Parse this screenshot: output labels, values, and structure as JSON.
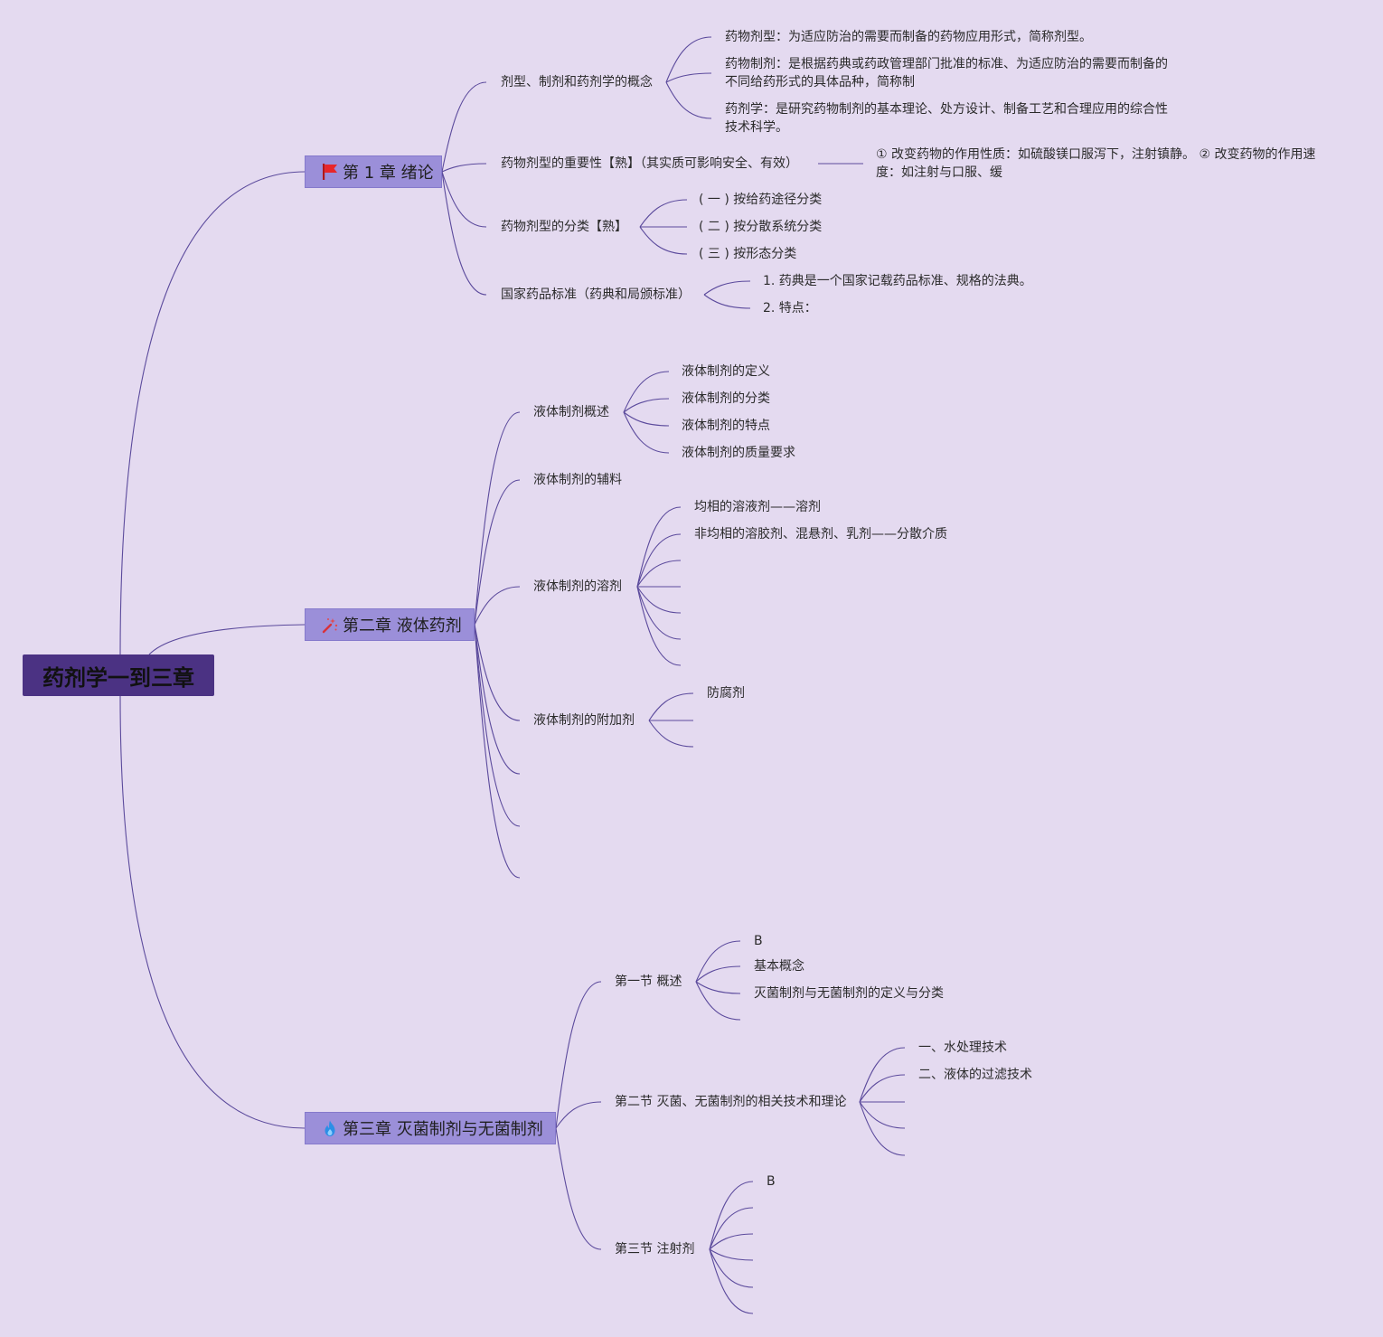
{
  "root": {
    "title": "药剂学一到三章"
  },
  "colors": {
    "background": "#e4daf0",
    "central_topic": "#4b3283",
    "chapter_topic": "#9b8fd9",
    "connector": "#5b4a9c",
    "flag": "#e8262a",
    "wand": "#d8323a",
    "flame": "#2b8fe6"
  },
  "chapters": [
    {
      "title": "第 1 章 绪论",
      "icon": "flag-icon",
      "topics": [
        {
          "title": "剂型、制剂和药剂学的概念",
          "items": [
            "药物剂型：为适应防治的需要而制备的药物应用形式，简称剂型。",
            {
              "lines": [
                "药物制剂：是根据药典或药政管理部门批准的标准、为适应防治的需要而制备的",
                "不同给药形式的具体品种，简称制"
              ]
            },
            {
              "lines": [
                "药剂学：是研究药物制剂的基本理论、处方设计、制备工艺和合理应用的综合性",
                "技术科学。"
              ]
            }
          ]
        },
        {
          "title": "药物剂型的重要性【熟】（其实质可影响安全、有效）",
          "items": [
            {
              "lines": [
                "① 改变药物的作用性质：如硫酸镁口服泻下，注射镇静。 ② 改变药物的作用速",
                "度：如注射与口服、缓"
              ]
            }
          ]
        },
        {
          "title": "药物剂型的分类【熟】",
          "items": [
            "( 一 ) 按给药途径分类",
            "( 二 ) 按分散系统分类",
            "( 三 ) 按形态分类"
          ]
        },
        {
          "title": "国家药品标准（药典和局颁标准）",
          "items": [
            "1. 药典是一个国家记载药品标准、规格的法典。",
            "2. 特点："
          ]
        }
      ]
    },
    {
      "title": "第二章 液体药剂",
      "icon": "magic-wand-icon",
      "topics": [
        {
          "title": "液体制剂概述",
          "items": [
            "液体制剂的定义",
            "液体制剂的分类",
            "液体制剂的特点",
            "液体制剂的质量要求"
          ]
        },
        {
          "title": "液体制剂的辅料"
        },
        {
          "title": "液体制剂的溶剂",
          "items": [
            "均相的溶液剂——溶剂",
            "非均相的溶胶剂、混悬剂、乳剂——分散介质"
          ]
        },
        {
          "title": "液体制剂的附加剂",
          "items": [
            "防腐剂"
          ]
        }
      ]
    },
    {
      "title": "第三章 灭菌制剂与无菌制剂",
      "icon": "flame-icon",
      "topics": [
        {
          "title": "第一节 概述",
          "items": [
            "B",
            "基本概念",
            "灭菌制剂与无菌制剂的定义与分类"
          ]
        },
        {
          "title": "第二节 灭菌、无菌制剂的相关技术和理论",
          "items": [
            "一、水处理技术",
            "二、液体的过滤技术"
          ]
        },
        {
          "title": "第三节 注射剂",
          "items": [
            "B"
          ]
        }
      ]
    }
  ]
}
